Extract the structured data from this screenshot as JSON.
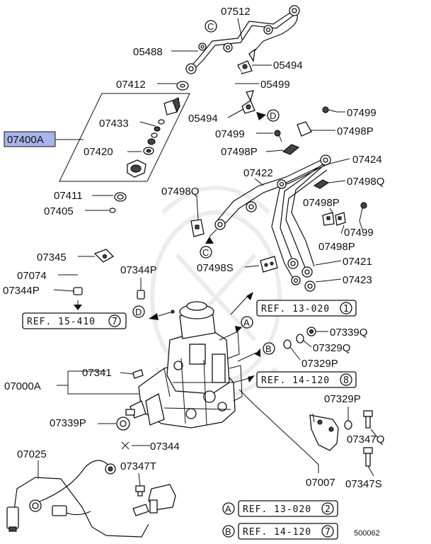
{
  "diagram_id": "500062",
  "highlight_color": "#a9b4ea",
  "labels": {
    "p07512": "07512",
    "p05488": "05488",
    "p05494a": "05494",
    "p07412": "07412",
    "p05499": "05499",
    "p05494b": "05494",
    "p07499a": "07499",
    "p07433": "07433",
    "p07499b": "07499",
    "p07498Pa": "07498P",
    "p07400A": "07400A",
    "p07498Pb": "07498P",
    "p07420": "07420",
    "p07424": "07424",
    "p07422": "07422",
    "p07498Q_r": "07498Q",
    "p07411": "07411",
    "p07498Q_l": "07498Q",
    "p07405": "07405",
    "p07498Pc": "07498P",
    "p07499c": "07499",
    "p07498Pd": "07498P",
    "p07345": "07345",
    "p07421": "07421",
    "p07074": "07074",
    "p07344Pa": "07344P",
    "p07498S": "07498S",
    "p07423": "07423",
    "p07344Pb": "07344P",
    "p07339Q": "07339Q",
    "p07329Q": "07329Q",
    "p07329Pa": "07329P",
    "p07341": "07341",
    "p07000A": "07000A",
    "p07329Pb": "07329P",
    "p07339P": "07339P",
    "p07347Q": "07347Q",
    "p07344": "07344",
    "p07025": "07025",
    "p07347T": "07347T",
    "p07007": "07007",
    "p07347S": "07347S"
  },
  "refs": {
    "r15410": {
      "text": "REF. 15-410",
      "num": "7"
    },
    "r13020a": {
      "text": "REF. 13-020",
      "num": "1"
    },
    "r14120a": {
      "text": "REF. 14-120",
      "num": "8"
    },
    "r13020b": {
      "text": "REF. 13-020",
      "num": "2"
    },
    "r14120b": {
      "text": "REF. 14-120",
      "num": "7"
    }
  },
  "markers": {
    "mC1": "C",
    "mC2": "C",
    "mD1": "D",
    "mD2": "D",
    "mA1": "A",
    "mB1": "B",
    "mA2": "A",
    "mB2": "B"
  }
}
